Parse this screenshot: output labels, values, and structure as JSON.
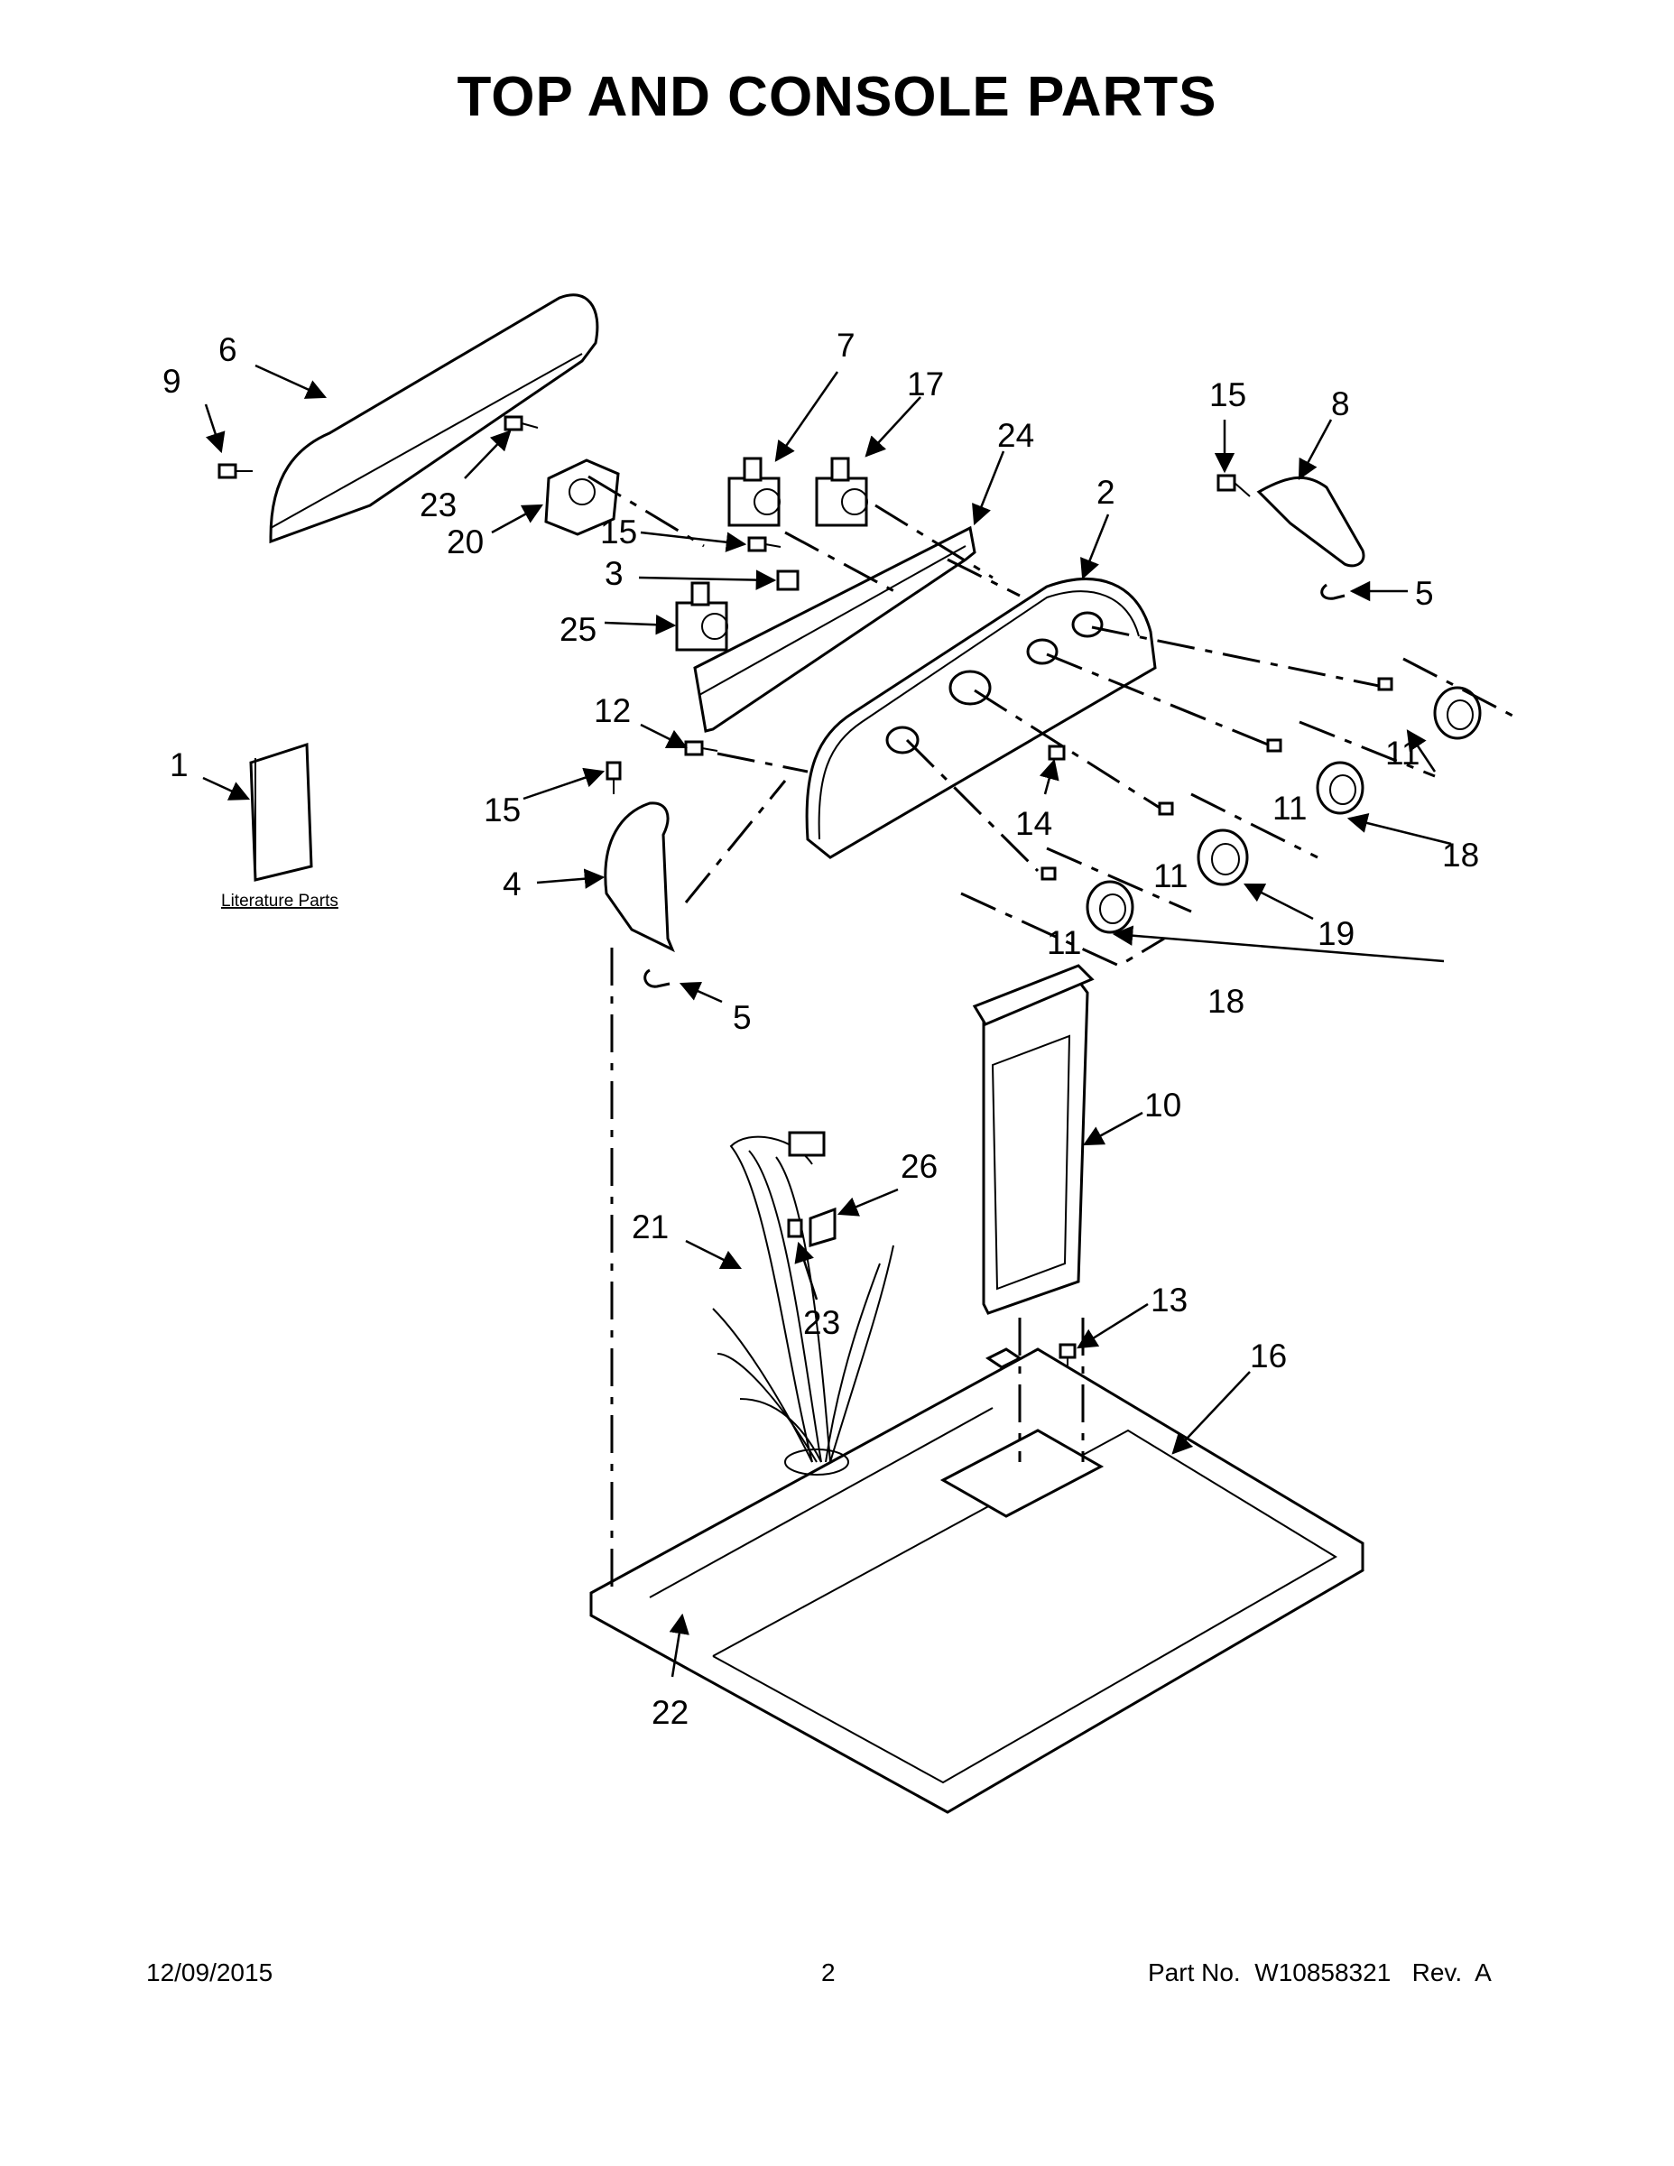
{
  "title": "TOP AND CONSOLE PARTS",
  "literature_label": "Literature Parts",
  "callouts": [
    "1",
    "2",
    "3",
    "4",
    "5",
    "5",
    "6",
    "7",
    "8",
    "9",
    "10",
    "11",
    "11",
    "11",
    "11",
    "12",
    "13",
    "14",
    "15",
    "15",
    "15",
    "16",
    "17",
    "18",
    "18",
    "19",
    "20",
    "21",
    "22",
    "23",
    "23",
    "24",
    "25",
    "26"
  ],
  "footer": {
    "date": "12/09/2015",
    "page": "2",
    "part_no": "Part No.  W10858321   Rev.  A"
  },
  "colors": {
    "ink": "#000000",
    "paper": "#ffffff"
  }
}
